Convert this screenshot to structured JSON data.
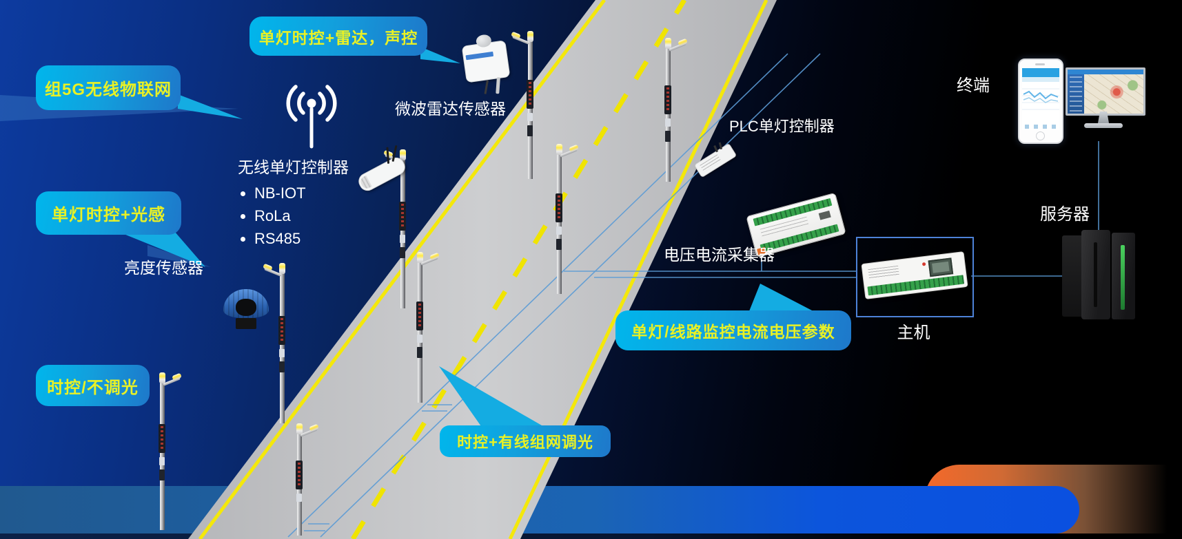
{
  "callouts": {
    "radar_voice": {
      "text": "单灯时控+雷达，声控"
    },
    "iot_5g": {
      "text": "组5G无线物联网"
    },
    "light_sense": {
      "text": "单灯时控+光感"
    },
    "timed_no_dim": {
      "text": "时控/不调光"
    },
    "wired_dim": {
      "text": "时控+有线组网调光"
    },
    "monitor_params": {
      "text": "单灯/线路监控电流电压参数"
    }
  },
  "labels": {
    "radar_sensor": "微波雷达传感器",
    "brightness_sensor": "亮度传感器",
    "wireless_controller_title": "无线单灯控制器",
    "wireless_controller_options": [
      "NB-IOT",
      "RoLa",
      "RS485"
    ],
    "plc_controller": "PLC单灯控制器",
    "collector": "电压电流采集器",
    "host": "主机",
    "terminal": "终端",
    "server": "服务器"
  },
  "colors": {
    "callout_text_yellow": "#e9f125",
    "callout_gradient_start": "#00b6ec",
    "callout_gradient_end": "#1e78ca",
    "road_gray": "#c4c5c7",
    "lane_yellow": "#f4e80a",
    "connection_line_blue": "#5b9bd5",
    "accent_orange": "#f4692a",
    "accent_blue": "#0a50e0",
    "background_blue": "#0a2f82"
  }
}
